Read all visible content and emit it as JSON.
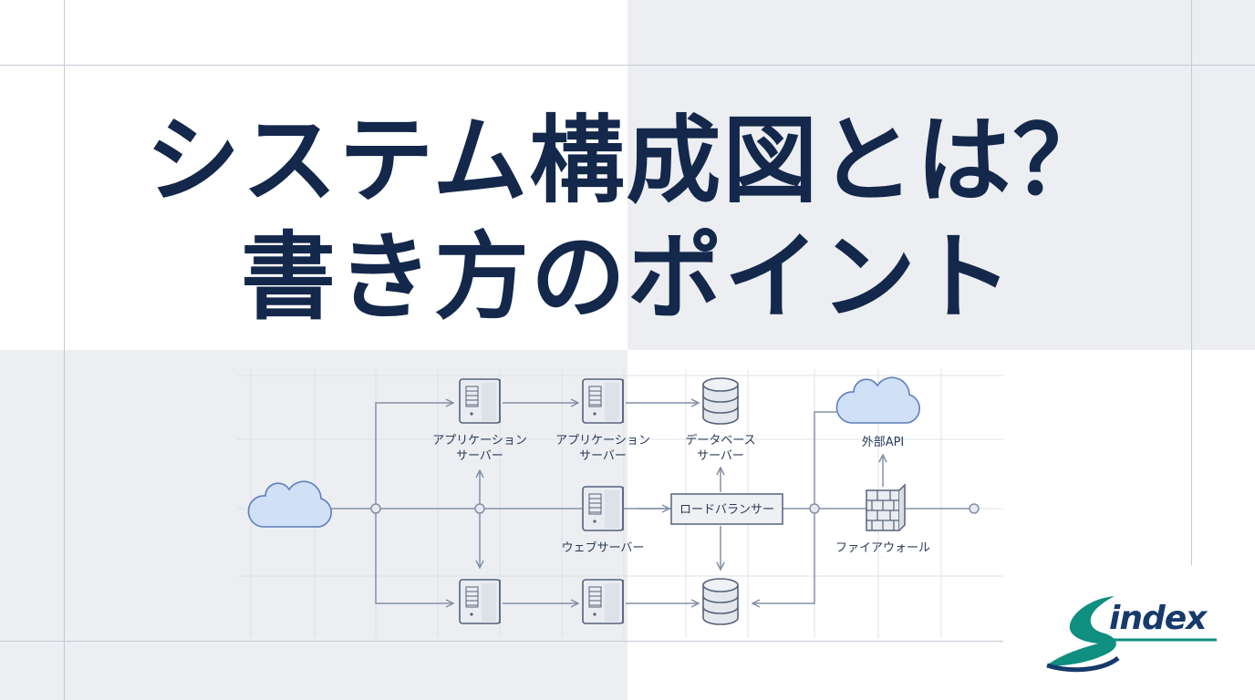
{
  "title": {
    "line1": "システム構成図とは？",
    "line2": "書き方のポイント"
  },
  "diagram": {
    "labels": {
      "app_server_1": [
        "アプリケーション",
        "サーバー"
      ],
      "app_server_2": [
        "アプリケーション",
        "サーバー"
      ],
      "db_server": [
        "データベース",
        "サーバー"
      ],
      "external_api": "外部API",
      "web_server": "ウェブサーバー",
      "load_balancer": "ロードバランサー",
      "firewall": "ファイアウォール"
    }
  },
  "logo": {
    "text": "index"
  },
  "colors": {
    "title": "#13284a",
    "line": "#8590a6",
    "cloud_fill": "#cfe0f7",
    "cloud_stroke": "#5f7fb8",
    "logo_teal": "#0e8f7f",
    "logo_navy": "#163a6b"
  }
}
